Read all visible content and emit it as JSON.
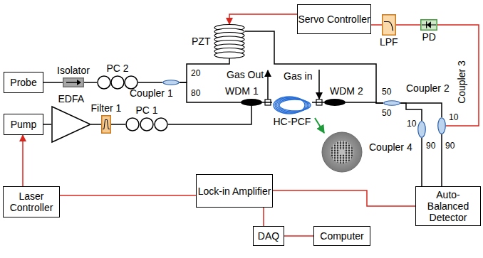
{
  "diagram": {
    "nodes": [
      {
        "text": [
          "Servo Controller"
        ]
      },
      {
        "text": [
          "LPF"
        ]
      },
      {
        "text": [
          "PD"
        ]
      },
      {
        "text": [
          "PZT"
        ]
      },
      {
        "text": [
          "Probe"
        ]
      },
      {
        "text": [
          "Isolator"
        ]
      },
      {
        "text": [
          "PC 2"
        ]
      },
      {
        "text": [
          "Coupler 1"
        ]
      },
      {
        "text": [
          "Pump"
        ]
      },
      {
        "text": [
          "EDFA"
        ]
      },
      {
        "text": [
          "Filter 1"
        ]
      },
      {
        "text": [
          "PC 1"
        ]
      },
      {
        "text": [
          "WDM 1"
        ]
      },
      {
        "text": [
          "WDM 2"
        ]
      },
      {
        "text": [
          "HC-PCF"
        ]
      },
      {
        "text": [
          "Coupler 2"
        ]
      },
      {
        "text": [
          "Coupler 3"
        ]
      },
      {
        "text": [
          "Coupler 4"
        ]
      },
      {
        "text": [
          "Laser Controller"
        ]
      },
      {
        "text": [
          "Lock-in Amplifier"
        ]
      },
      {
        "text": [
          "DAQ"
        ]
      },
      {
        "text": [
          "Computer"
        ]
      },
      {
        "text": [
          "Auto-Balanced Detector"
        ]
      }
    ],
    "edges": [
      {
        "from": 4,
        "to": 5,
        "arrow": "none"
      },
      {
        "from": 5,
        "to": 6,
        "arrow": "none"
      },
      {
        "from": 6,
        "to": 7,
        "arrow": "none"
      },
      {
        "from": 7,
        "to": 3,
        "arrow": "none"
      },
      {
        "from": 7,
        "to": 12,
        "arrow": "none"
      },
      {
        "from": 3,
        "to": 15,
        "arrow": "none"
      },
      {
        "from": 12,
        "to": 14,
        "arrow": "none"
      },
      {
        "from": 14,
        "to": 13,
        "arrow": "none"
      },
      {
        "from": 13,
        "to": 15,
        "arrow": "none"
      },
      {
        "from": 8,
        "to": 9,
        "arrow": "none"
      },
      {
        "from": 9,
        "to": 10,
        "arrow": "none"
      },
      {
        "from": 10,
        "to": 11,
        "arrow": "none"
      },
      {
        "from": 11,
        "to": 12,
        "arrow": "none"
      },
      {
        "from": 15,
        "to": 17,
        "arrow": "none"
      },
      {
        "from": 15,
        "to": 16,
        "arrow": "none"
      },
      {
        "from": 17,
        "to": 22,
        "arrow": "none"
      },
      {
        "from": 16,
        "to": 22,
        "arrow": "none"
      },
      {
        "from": 16,
        "to": 2,
        "arrow": "none"
      },
      {
        "from": 2,
        "to": 1,
        "arrow": "none"
      },
      {
        "from": 1,
        "to": 0,
        "arrow": "none"
      },
      {
        "from": 0,
        "to": 3,
        "arrow": "to"
      },
      {
        "from": 18,
        "to": 8,
        "arrow": "to"
      },
      {
        "from": 19,
        "to": 18,
        "arrow": "none"
      },
      {
        "from": 22,
        "to": 19,
        "arrow": "none"
      },
      {
        "from": 19,
        "to": 20,
        "arrow": "none"
      },
      {
        "from": 20,
        "to": 21,
        "arrow": "none"
      }
    ],
    "labels": [
      "20",
      "80",
      "50",
      "50",
      "10",
      "90",
      "90",
      "10",
      "Gas Out",
      "Gas in"
    ]
  }
}
